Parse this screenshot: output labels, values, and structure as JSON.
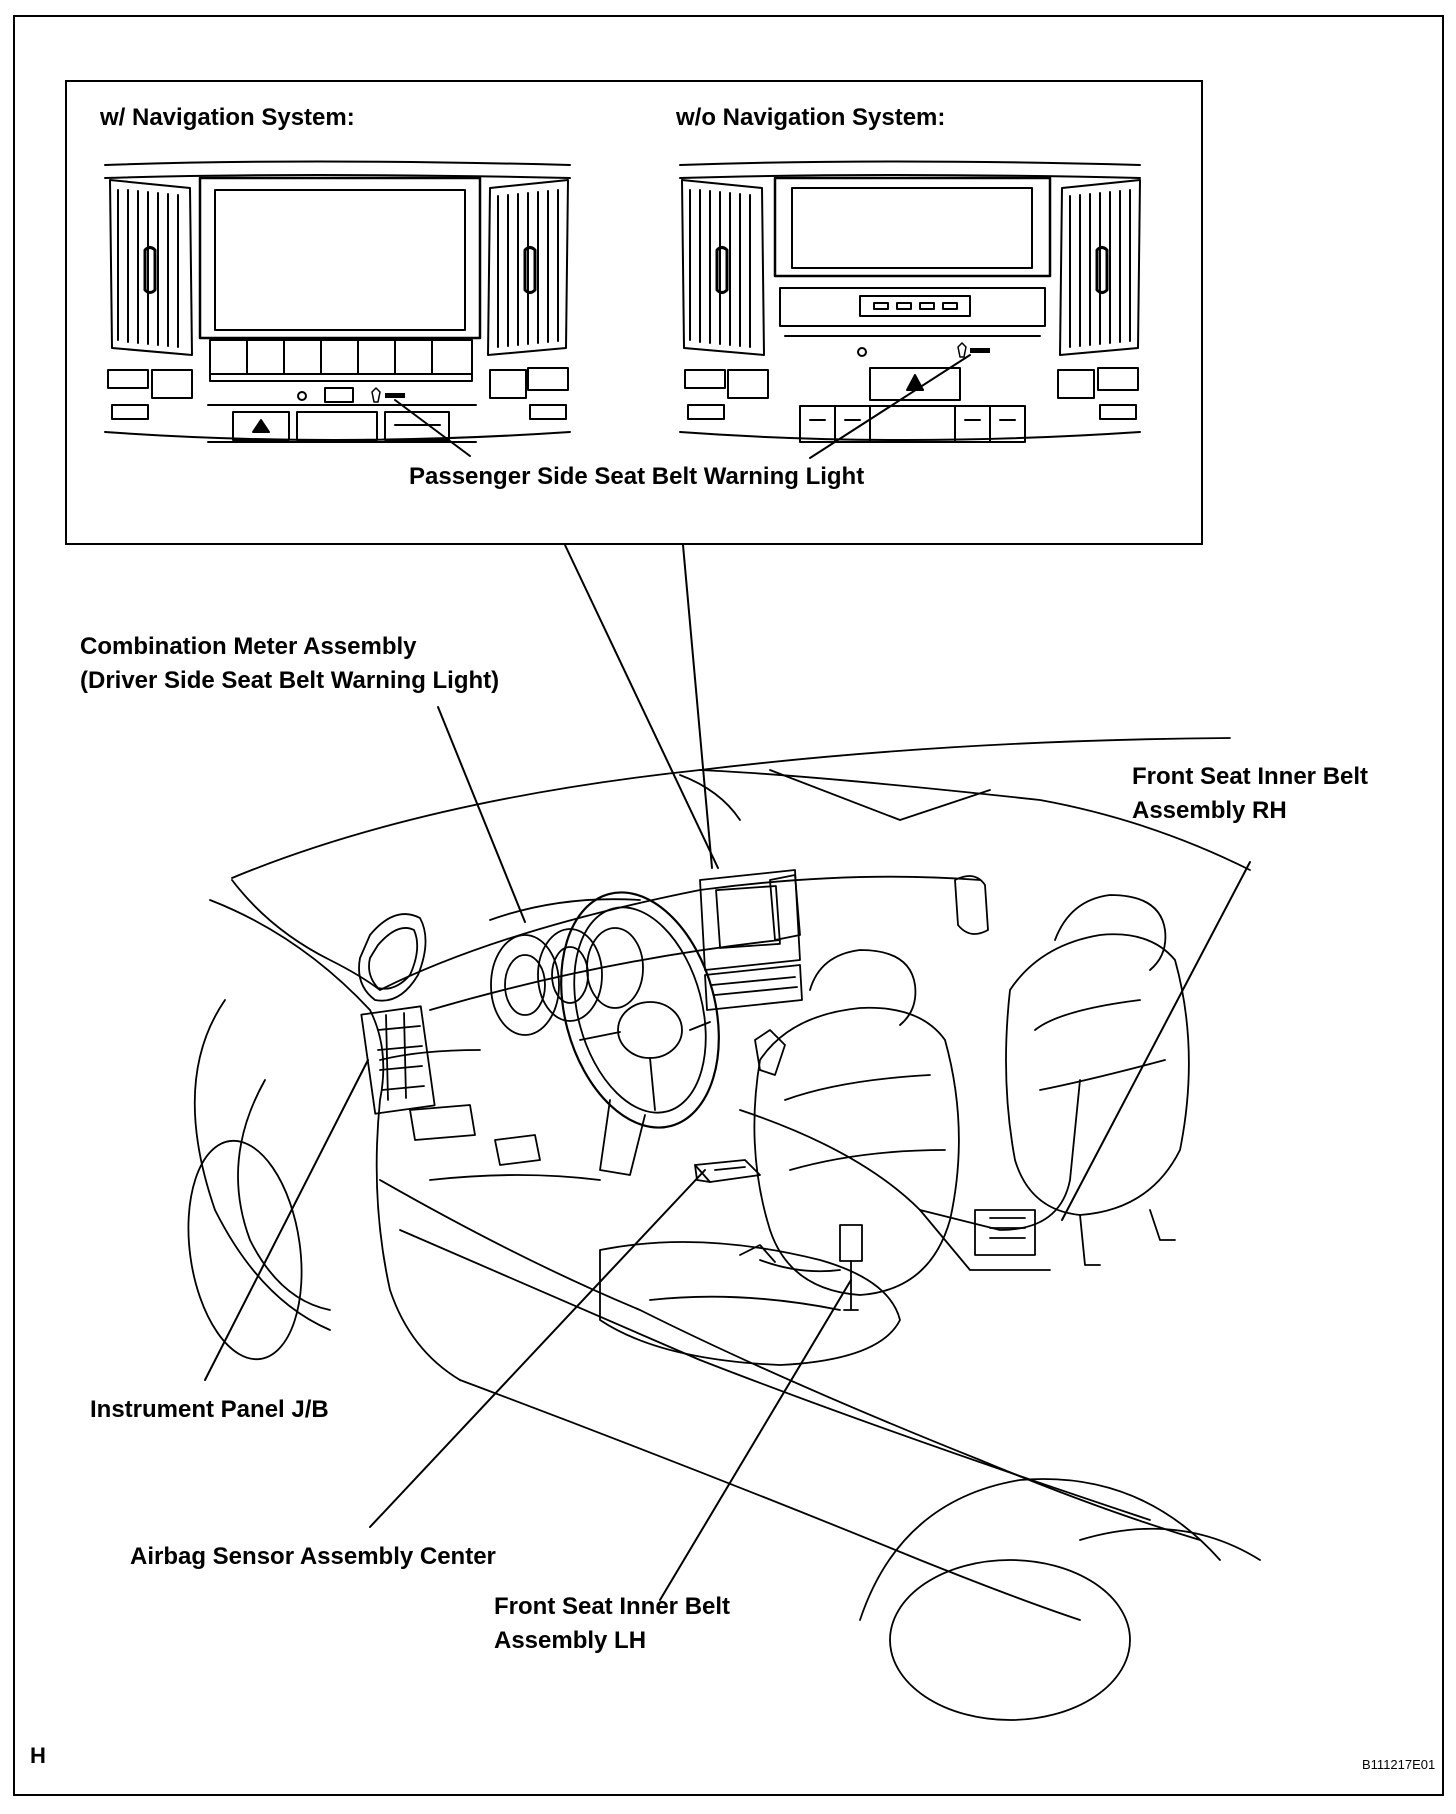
{
  "inset": {
    "left_title": "w/ Navigation System:",
    "right_title": "w/o Navigation System:",
    "callout": "Passenger Side Seat Belt Warning Light"
  },
  "labels": {
    "combination_meter_line1": "Combination Meter Assembly",
    "combination_meter_line2": "(Driver Side Seat Belt Warning Light)",
    "front_seat_rh_line1": "Front Seat Inner Belt",
    "front_seat_rh_line2": "Assembly RH",
    "instrument_panel_jb": "Instrument Panel J/B",
    "airbag_sensor": "Airbag Sensor Assembly Center",
    "front_seat_lh_line1": "Front Seat Inner Belt",
    "front_seat_lh_line2": "Assembly LH"
  },
  "footer": {
    "section_letter": "H",
    "figure_code": "B111217E01"
  }
}
